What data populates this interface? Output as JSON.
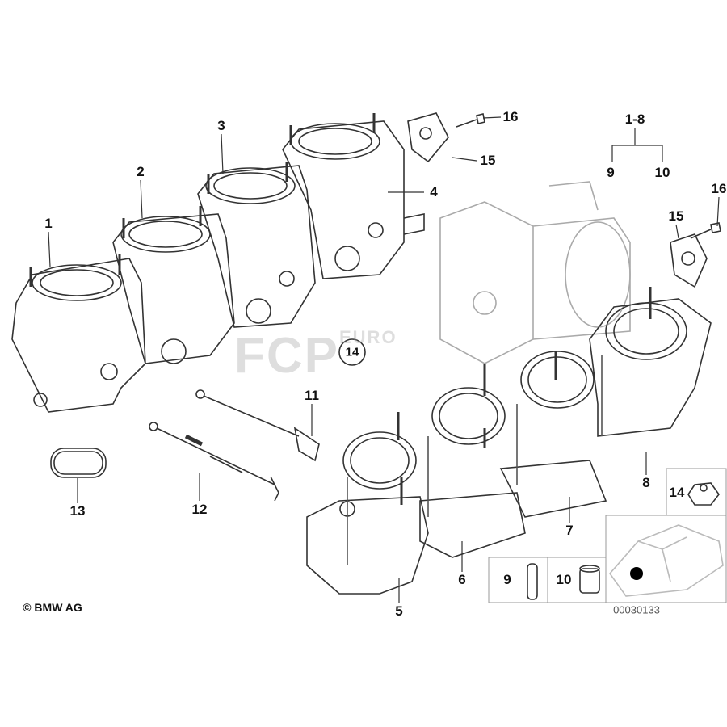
{
  "diagram": {
    "callouts": {
      "p1": "1",
      "p2": "2",
      "p3": "3",
      "p4": "4",
      "p5": "5",
      "p6": "6",
      "p7": "7",
      "p8": "8",
      "p11": "11",
      "p12": "12",
      "p13": "13",
      "p14_circled": "14",
      "p15_top": "15",
      "p16_top": "16",
      "p15_right": "15",
      "p16_right": "16",
      "group": "1-8",
      "group_9": "9",
      "group_10": "10"
    },
    "legend_boxes": {
      "box14": "14",
      "box9": "9",
      "box10": "10"
    },
    "diagram_number": "00030133",
    "copyright": "© BMW AG",
    "watermark": {
      "main": "FCP",
      "sub": "EURO"
    },
    "colors": {
      "line": "#333333",
      "frame": "#999999"
    }
  }
}
